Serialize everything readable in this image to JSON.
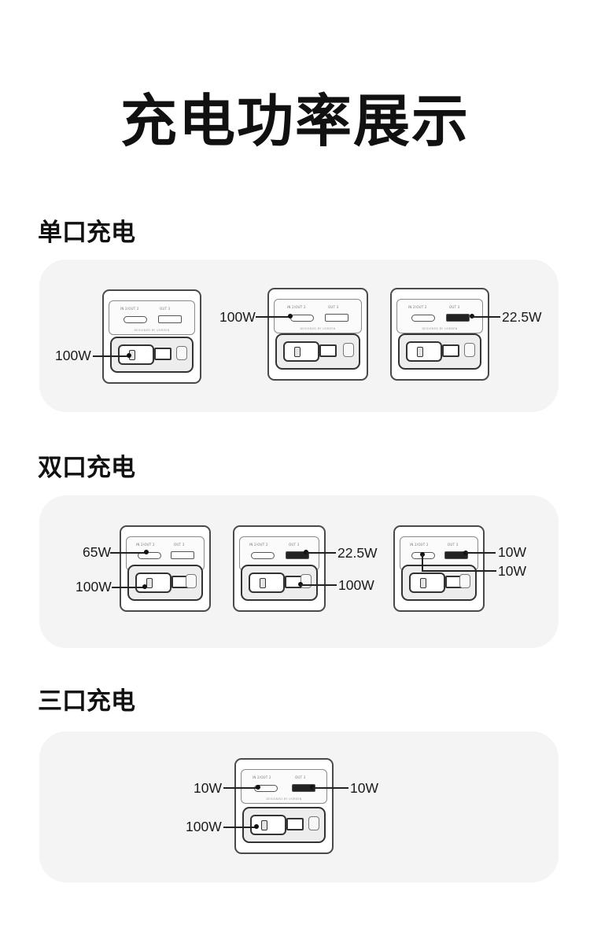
{
  "title": "充电功率展示",
  "port_labels": {
    "in_out_2": "IN 2/OUT 2",
    "out_3": "OUT 3",
    "brand": "DESIGNED BY UGREEN"
  },
  "sections": [
    {
      "title": "单口充电",
      "devices": [
        {
          "labels": [
            "100W"
          ]
        },
        {
          "labels": [
            "100W"
          ]
        },
        {
          "labels": [
            "22.5W"
          ]
        }
      ]
    },
    {
      "title": "双口充电",
      "devices": [
        {
          "labels": [
            "65W",
            "100W"
          ]
        },
        {
          "labels": [
            "22.5W",
            "100W"
          ]
        },
        {
          "labels": [
            "10W",
            "10W"
          ]
        }
      ]
    },
    {
      "title": "三口充电",
      "devices": [
        {
          "labels": [
            "10W",
            "10W",
            "100W"
          ]
        }
      ]
    }
  ]
}
